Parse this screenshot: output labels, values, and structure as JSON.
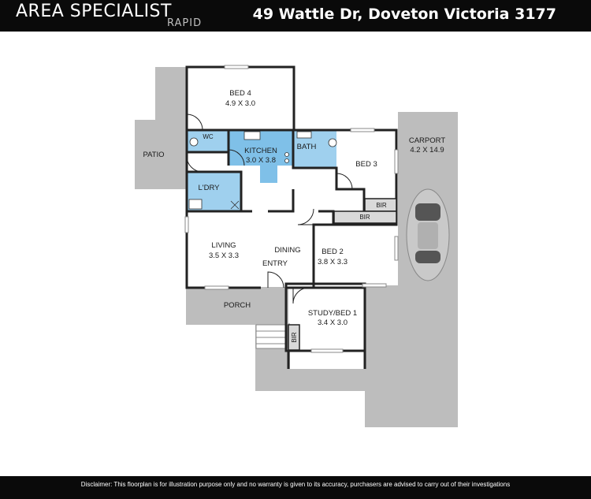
{
  "header": {
    "brand": "AREA SPECIALIST",
    "brand_sub": "RAPID",
    "address": "49 Wattle Dr, Doveton Victoria 3177"
  },
  "rooms": {
    "bed4": {
      "name": "BED 4",
      "dims": "4.9 X 3.0"
    },
    "wc": {
      "name": "WC"
    },
    "kitchen": {
      "name": "KITCHEN",
      "dims": "3.0 X 3.8"
    },
    "bath": {
      "name": "BATH"
    },
    "bed3": {
      "name": "BED 3"
    },
    "patio": {
      "name": "PATIO"
    },
    "laundry": {
      "name": "L'DRY"
    },
    "bir1": {
      "name": "BIR"
    },
    "bir2": {
      "name": "BIR"
    },
    "bir3": {
      "name": "BIR"
    },
    "living": {
      "name": "LIVING",
      "dims": "3.5 X 3.3"
    },
    "dining": {
      "name": "DINING"
    },
    "entry": {
      "name": "ENTRY"
    },
    "bed2": {
      "name": "BED 2",
      "dims": "3.8 X 3.3"
    },
    "carport": {
      "name": "CARPORT",
      "dims": "4.2 X 14.9"
    },
    "porch": {
      "name": "PORCH"
    },
    "study": {
      "name": "STUDY/BED 1",
      "dims": "3.4 X 3.0"
    }
  },
  "colors": {
    "wet_area": "#9fd0ee",
    "kitchen": "#7fc0e8",
    "outdoor": "#bdbdbd",
    "wall": "#222222"
  },
  "footer": {
    "disclaimer": "Disclaimer: This floorplan is for illustration purpose only and no warranty is given to its accuracy, purchasers are advised to carry out of their investigations"
  }
}
